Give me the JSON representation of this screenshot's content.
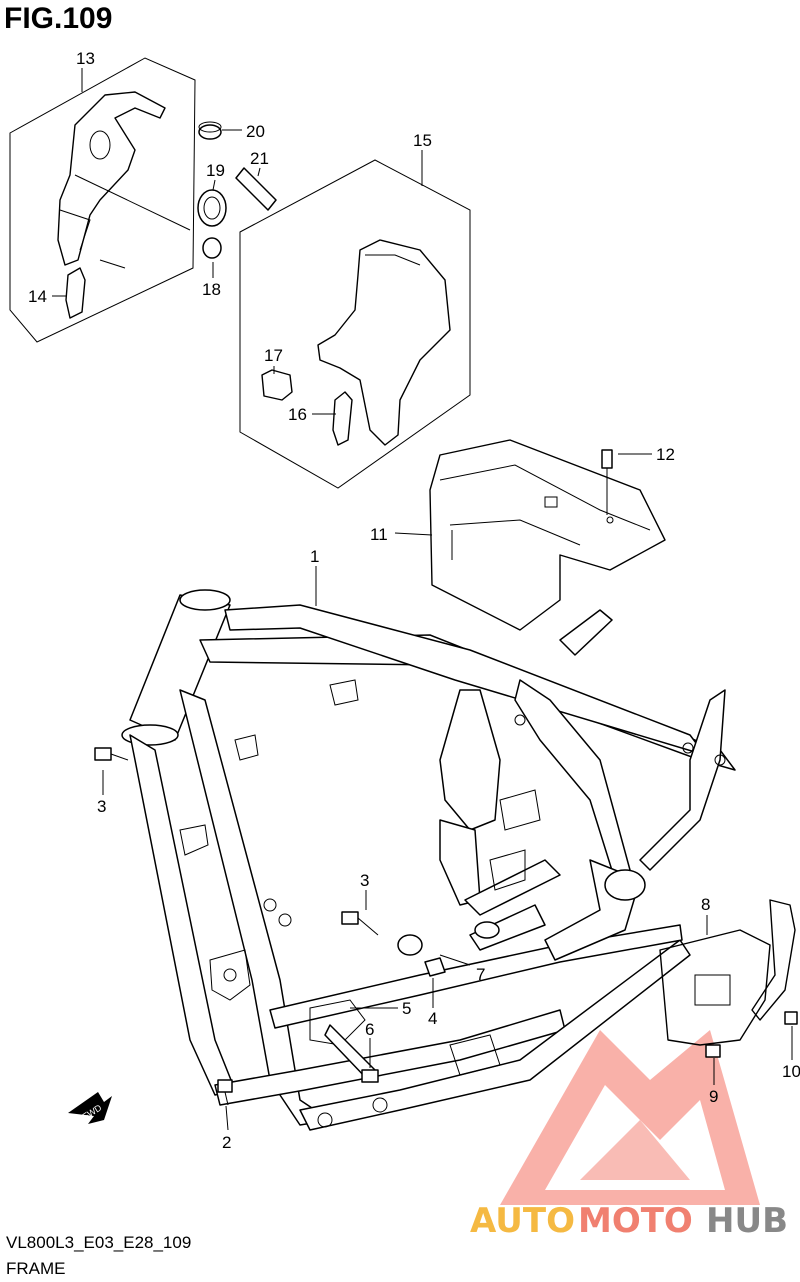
{
  "figure": {
    "title": "FIG.109",
    "code": "VL800L3_E03_E28_109",
    "name": "FRAME"
  },
  "callouts": {
    "c1": "1",
    "c2": "2",
    "c3a": "3",
    "c3b": "3",
    "c4": "4",
    "c5": "5",
    "c6": "6",
    "c7": "7",
    "c8": "8",
    "c9": "9",
    "c10": "10",
    "c11": "11",
    "c12": "12",
    "c13": "13",
    "c14": "14",
    "c15": "15",
    "c16": "16",
    "c17": "17",
    "c18": "18",
    "c19": "19",
    "c20": "20",
    "c21": "21"
  },
  "fwd_label": "FWD",
  "watermark": {
    "part1": "AUTO",
    "part2": "MOTO",
    "part3": "HUB",
    "colors": {
      "auto": "#f5b942",
      "moto": "#f08070",
      "hub": "#888888",
      "logo": "#f26b5b"
    }
  }
}
